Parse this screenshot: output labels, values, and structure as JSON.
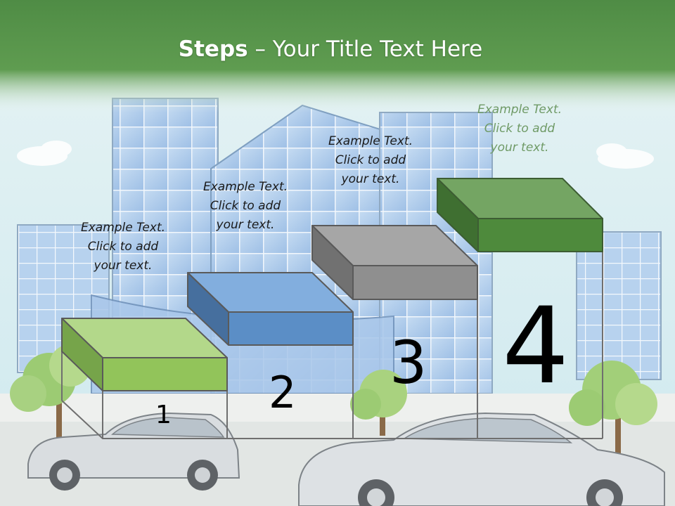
{
  "title": {
    "bold": "Steps",
    "rest": " – Your Title Text Here"
  },
  "steps": [
    {
      "number": "1",
      "lines": [
        "Example Text.",
        "Click  to add",
        "your text."
      ],
      "color": "#92c45a"
    },
    {
      "number": "2",
      "lines": [
        "Example Text.",
        "Click  to add",
        "your text."
      ],
      "color": "#5b8ec6"
    },
    {
      "number": "3",
      "lines": [
        "Example Text.",
        "Click  to add",
        "your text."
      ],
      "color": "#8f8f8f"
    },
    {
      "number": "4",
      "lines": [
        "Example Text.",
        "Click  to add",
        "your text."
      ],
      "color": "#4e8a3c"
    }
  ],
  "colors": {
    "header_green": "#55944a",
    "sky": "#d8eef2"
  }
}
